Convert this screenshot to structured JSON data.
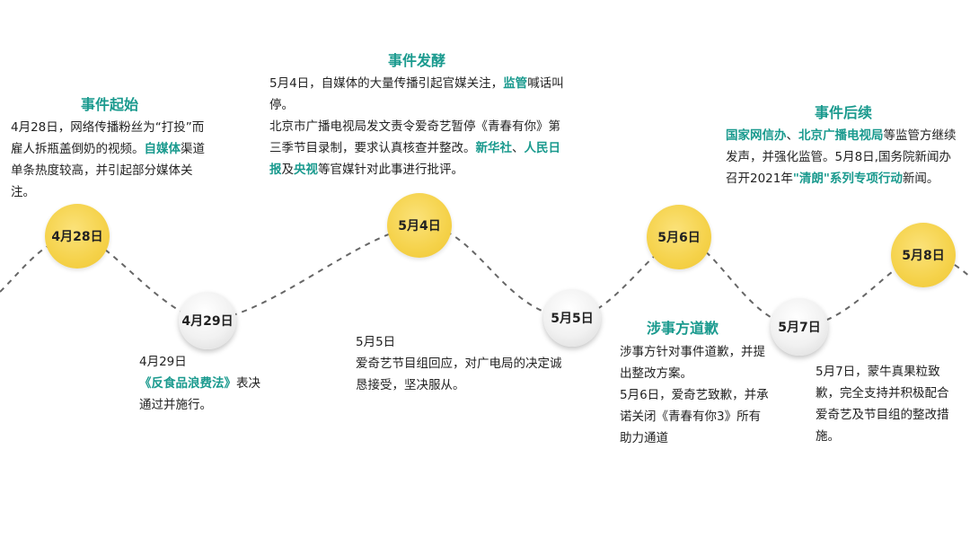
{
  "nodes": [
    {
      "id": "apr28",
      "label": "4月28日"
    },
    {
      "id": "apr29",
      "label": "4月29日"
    },
    {
      "id": "may4",
      "label": "5月4日"
    },
    {
      "id": "may5",
      "label": "5月5日"
    },
    {
      "id": "may6",
      "label": "5月6日"
    },
    {
      "id": "may7",
      "label": "5月7日"
    },
    {
      "id": "may8",
      "label": "5月8日"
    }
  ],
  "sections": {
    "start": {
      "title": "事件起始",
      "p1": "4月28日，网络传播粉丝为“打投”而雇人拆瓶盖倒奶的视频。",
      "hl1": "自媒体",
      "p2": "渠道单条热度较高，并引起部分媒体关注。"
    },
    "apr29": {
      "line1": "4月29日",
      "hl1": "《反食品浪费法》",
      "p1": "表决通过并施行。"
    },
    "ferment": {
      "title": "事件发酵",
      "p1": "5月4日，自媒体的大量传播引起官媒关注，",
      "hl1": "监管",
      "p2": "喊话叫停。",
      "p3": "北京市广播电视局发文责令爱奇艺暂停《青春有你》第三季节目录制，要求认真核查并整改。",
      "hl2": "新华社",
      "sep1": "、",
      "hl3": "人民日报",
      "p4": "及",
      "hl4": "央视",
      "p5": "等官媒针对此事进行批评。"
    },
    "may5": {
      "line1": "5月5日",
      "p1": "爱奇艺节目组回应，对广电局的决定诚恳接受，坚决服从。"
    },
    "apology": {
      "title": "涉事方道歉",
      "p1": "涉事方针对事件道歉，并提出整改方案。",
      "p2": "5月6日，爱奇艺致歉，并承诺关闭《青春有你3》所有助力通道"
    },
    "may7": {
      "p1": "5月7日，蒙牛真果粒致歉，完全支持并积极配合爱奇艺及节目组的整改措施。"
    },
    "followup": {
      "title": "事件后续",
      "hl1": "国家网信办",
      "sep1": "、",
      "hl2": "北京广播电视局",
      "p1": "等监管方继续发声，并强化监管。5月8日,国务院新闻办召开2021年",
      "hl3": "\"清朗\"系列专项行动",
      "p2": "新闻。"
    }
  },
  "colors": {
    "accent": "#1a9a8e",
    "node_yellow": "#f5d24a",
    "line": "#666666"
  }
}
